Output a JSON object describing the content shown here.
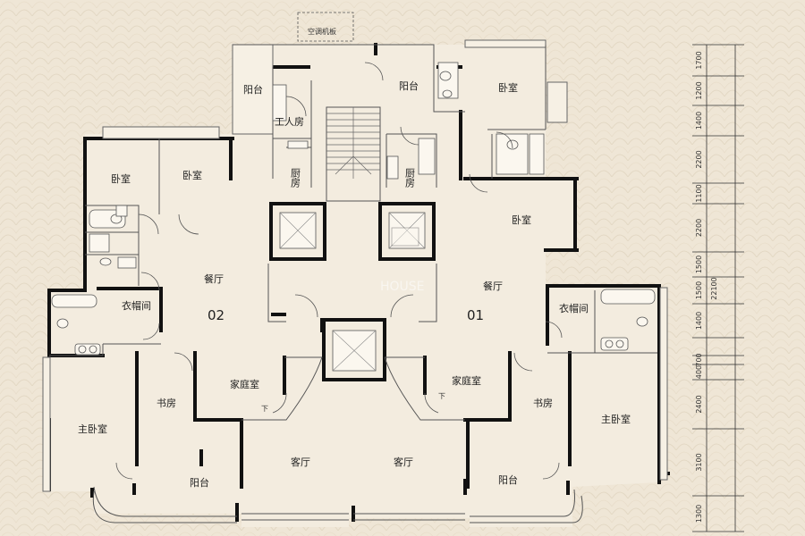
{
  "title": "",
  "units": [
    "02",
    "01"
  ],
  "rooms": {
    "balcony": "阳台",
    "bedroom": "卧室",
    "master_bedroom": "主卧室",
    "study": "书房",
    "dining": "餐厅",
    "living": "客厅",
    "family_room": "家庭室",
    "kitchen": "厨房",
    "maid_room": "工人房",
    "closet": "衣帽间"
  },
  "ac_platform": "空调机板",
  "stair_mark": "下",
  "dimensions_left": [
    "1700",
    "1200",
    "1400",
    "2200",
    "1100",
    "2200",
    "1500",
    "1500",
    "1400",
    "700",
    "400",
    "2400",
    "3100",
    "1300"
  ],
  "dimension_total": "22100",
  "watermark": "HOUSE"
}
